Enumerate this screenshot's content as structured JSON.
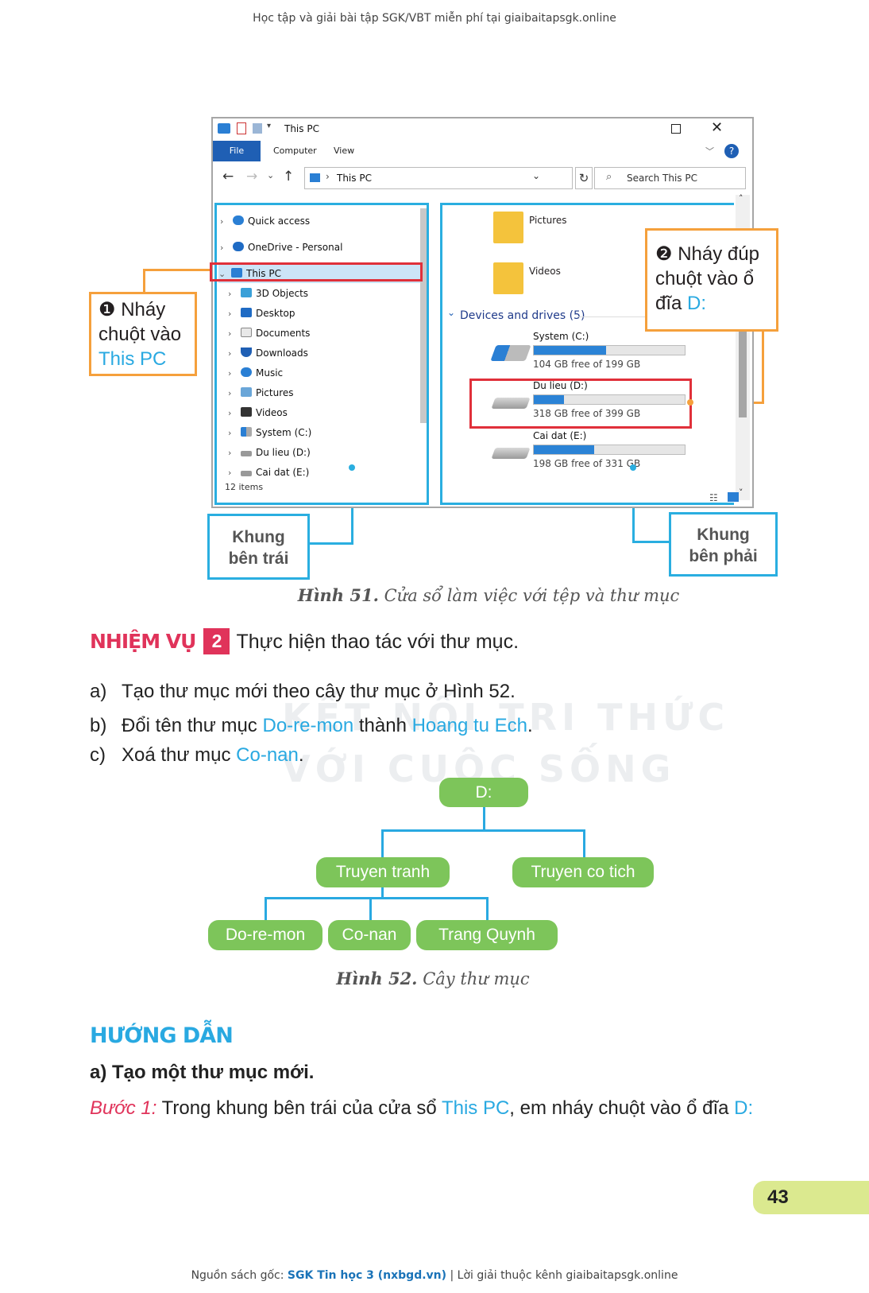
{
  "header_note": "Học tập và giải bài tập SGK/VBT miễn phí tại giaibaitapsgk.online",
  "watermark": {
    "line1": "KẾT NỐI TRI THỨC",
    "line2": "VỚI CUỘC SỐNG"
  },
  "explorer": {
    "title": "This PC",
    "ribbon_tabs": [
      "File",
      "Computer",
      "View"
    ],
    "address": "This PC",
    "search_placeholder": "Search This PC",
    "left_items": [
      "Quick access",
      "OneDrive - Personal",
      "This PC",
      "3D Objects",
      "Desktop",
      "Documents",
      "Downloads",
      "Music",
      "Pictures",
      "Videos",
      "System (C:)",
      "Du lieu (D:)",
      "Cai dat (E:)"
    ],
    "status": "12 items",
    "folders": [
      "Pictures",
      "Videos"
    ],
    "devices_header": "Devices and drives (5)",
    "drives": [
      {
        "name": "System (C:)",
        "free": "104 GB free of 199 GB",
        "used_fraction": 0.48
      },
      {
        "name": "Du lieu (D:)",
        "free": "318 GB free of 399 GB",
        "used_fraction": 0.2
      },
      {
        "name": "Cai dat (E:)",
        "free": "198 GB free of 331 GB",
        "used_fraction": 0.4
      }
    ]
  },
  "callouts": {
    "step1_num": "❶",
    "step1_a": "Nháy",
    "step1_b": "chuột vào",
    "step1_c": "This PC",
    "step2_num": "❷",
    "step2_a": "Nháy đúp",
    "step2_b": "chuột vào ổ",
    "step2_c": "đĩa",
    "step2_d": "D:",
    "left_frame_a": "Khung",
    "left_frame_b": "bên trái",
    "right_frame_a": "Khung",
    "right_frame_b": "bên phải"
  },
  "figure51": {
    "label": "Hình 51.",
    "text": "Cửa sổ làm việc với tệp và thư mục"
  },
  "task": {
    "keyword": "NHIỆM VỤ",
    "number": "2",
    "title": "Thực hiện thao tác với thư mục.",
    "a_label": "a)",
    "a_text": "Tạo thư mục mới theo cây thư mục ở Hình 52.",
    "b_label": "b)",
    "b_pre": "Đổi tên thư mục",
    "b_hl1": "Do-re-mon",
    "b_mid": "thành",
    "b_hl2": "Hoang tu Ech",
    "b_post": ".",
    "c_label": "c)",
    "c_pre": "Xoá thư mục",
    "c_hl": "Co-nan",
    "c_post": "."
  },
  "tree": {
    "root": "D:",
    "level1": [
      "Truyen tranh",
      "Truyen co tich"
    ],
    "level2": [
      "Do-re-mon",
      "Co-nan",
      "Trang Quynh"
    ]
  },
  "figure52": {
    "label": "Hình 52.",
    "text": "Cây thư mục"
  },
  "guide": {
    "title": "HƯỚNG DẪN",
    "subtitle": "a) Tạo một thư mục mới.",
    "step_label": "Bước 1:",
    "step_pre": "Trong khung bên trái của cửa sổ",
    "step_hl1": "This PC",
    "step_mid": ", em nháy chuột vào ổ đĩa",
    "step_hl2": "D:"
  },
  "page_number": "43",
  "footer": {
    "pre": "Nguồn sách gốc:",
    "book": "SGK Tin học 3 (nxbgd.vn)",
    "post": "| Lời giải thuộc kênh giaibaitapsgk.online"
  }
}
